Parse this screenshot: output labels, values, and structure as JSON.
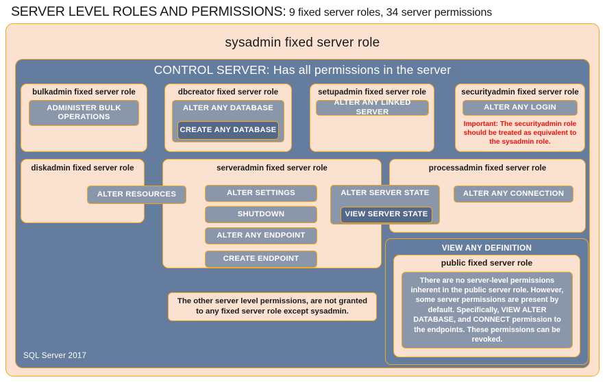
{
  "title": {
    "strong": "SERVER LEVEL ROLES AND PERMISSIONS:",
    "rest": " 9 fixed server roles, 34 server permissions"
  },
  "sysadmin": {
    "label": "sysadmin fixed server role"
  },
  "control_server": {
    "label": "CONTROL SERVER: Has all permissions in the server"
  },
  "roles": {
    "bulkadmin": {
      "label": "bulkadmin fixed server role",
      "permissions": [
        "ADMINISTER  BULK OPERATIONS"
      ]
    },
    "dbcreator": {
      "label": "dbcreator fixed server role",
      "permissions": [
        "ALTER ANY DATABASE",
        "CREATE  ANY DATABASE"
      ]
    },
    "setupadmin": {
      "label": "setupadmin fixed server role",
      "permissions": [
        "ALTER ANY LINKED SERVER"
      ]
    },
    "securityadmin": {
      "label": "securityadmin fixed server role",
      "permissions": [
        "ALTER ANY LOGIN"
      ],
      "warning": "Important:  The securityadmin role should  be treated  as equivalent to the  sysadmin role."
    },
    "diskadmin": {
      "label": "diskadmin fixed server role",
      "permissions": [
        "ALTER RESOURCES"
      ]
    },
    "serveradmin": {
      "label": "serveradmin fixed server role",
      "permissions": [
        "ALTER SETTINGS",
        "SHUTDOWN",
        "ALTER ANY ENDPOINT",
        "CREATE  ENDPOINT",
        "ALTER SERVER  STATE",
        "VIEW SERVER  STATE"
      ]
    },
    "processadmin": {
      "label": "processadmin fixed server role",
      "permissions": [
        "ALTER ANY CONNECTION"
      ]
    },
    "public": {
      "view_any_definition": "VIEW ANY DEFINITION",
      "label": "public  fixed server role",
      "note": "There are no server-level permissions inherent in the public server role. However, some server permissions are present by default. Specifically, VIEW ALTER DATABASE, and CONNECT permission to the endpoints. These permissions can be revoked."
    }
  },
  "other_permissions_note": "The other server level permissions, are not granted to any fixed server role except sysadmin.",
  "footer": {
    "label": "SQL Server 2017"
  },
  "colors": {
    "peach_fill": "#fbe2d0",
    "gold_border": "#f3a81c",
    "slate_fill": "#647d9e",
    "chip_fill": "#8a97aa",
    "chip_dark_fill": "#54688a",
    "warning_red": "#ee1111"
  }
}
